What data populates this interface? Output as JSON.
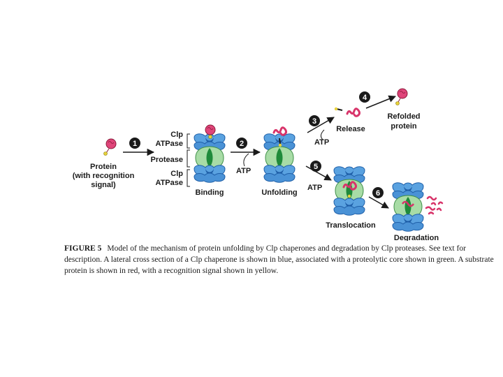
{
  "figure": {
    "labels": {
      "protein": "Protein",
      "with_recognition": "(with recognition",
      "signal": "signal)",
      "clp": "Clp",
      "atpase": "ATPase",
      "protease": "Protease",
      "binding": "Binding",
      "unfolding": "Unfolding",
      "release": "Release",
      "refolded": "Refolded",
      "protein_lower": "protein",
      "translocation": "Translocation",
      "degradation": "Degradation",
      "atp": "ATP"
    },
    "steps": [
      "1",
      "2",
      "3",
      "4",
      "5",
      "6"
    ],
    "colors": {
      "chaperone": "#3f8fd6",
      "chaperone_dark": "#1f5fa8",
      "protease": "#9fd7a0",
      "protease_core": "#1f8a3a",
      "substrate": "#e0457a",
      "signal": "#e8d23a"
    }
  },
  "caption": {
    "label": "FIGURE 5",
    "text": "Model of the mechanism of protein unfolding by Clp chaperones and degradation by Clp proteases. See text for description. A lateral cross section of a Clp chaperone is shown in blue, associated with a proteolytic core shown in green. A substrate protein is shown in red, with a recognition signal shown in yellow."
  }
}
